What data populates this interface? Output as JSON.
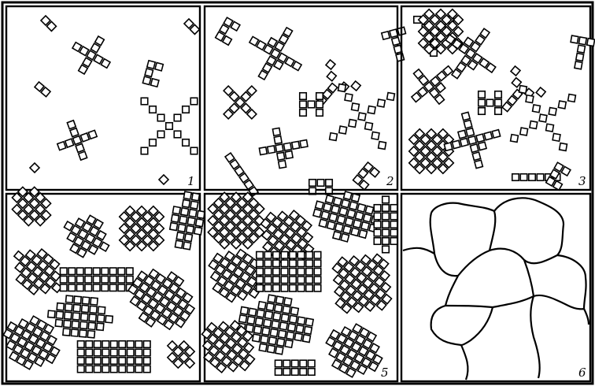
{
  "figure": {
    "description_items": [
      {
        "id": "panel-1",
        "label": "1"
      },
      {
        "id": "panel-2",
        "label": "2"
      },
      {
        "id": "panel-3",
        "label": "3"
      },
      {
        "id": "panel-4",
        "label": ""
      },
      {
        "id": "panel-5",
        "label": "5"
      },
      {
        "id": "panel-6",
        "label": "6"
      }
    ]
  },
  "colors": {
    "ink": "#000000",
    "paper": "#ffffff"
  }
}
